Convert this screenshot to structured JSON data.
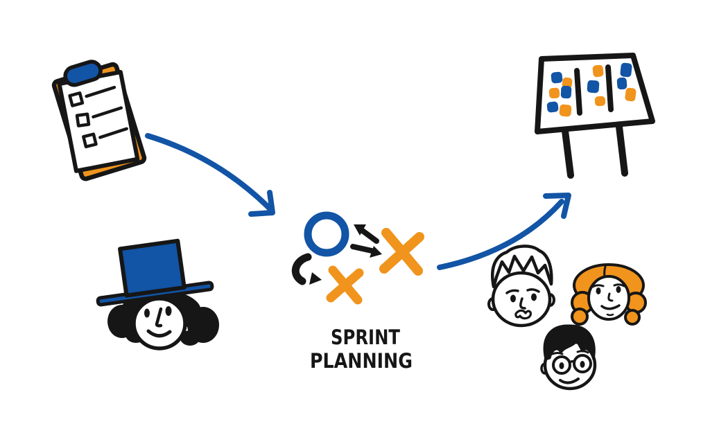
{
  "illustration": {
    "title": "Sprint Planning",
    "label": {
      "line1": "SPRINT",
      "line2": "PLANNING"
    },
    "colors": {
      "blue": "#1254A5",
      "orange": "#F0941D",
      "ink": "#161616",
      "background": "#FFFFFF"
    },
    "icons": [
      "checklist-clipboard-icon",
      "flow-arrow-left-icon",
      "person-with-hat-icon",
      "tactics-play-diagram-icon",
      "flow-arrow-right-icon",
      "task-board-icon",
      "team-faces-icon"
    ],
    "task_board": {
      "columns": 3,
      "note_colors_by_column": {
        "column1": [
          "blue",
          "orange",
          "orange",
          "blue",
          "blue",
          "orange"
        ],
        "column2": [
          "orange",
          "blue",
          "orange"
        ],
        "column3": [
          "blue",
          "blue",
          "orange"
        ]
      }
    },
    "tactics_diagram": {
      "shapes": [
        "circle",
        "small-x",
        "large-x"
      ],
      "arrow_count": 3
    },
    "team": {
      "face_count": 3
    }
  }
}
